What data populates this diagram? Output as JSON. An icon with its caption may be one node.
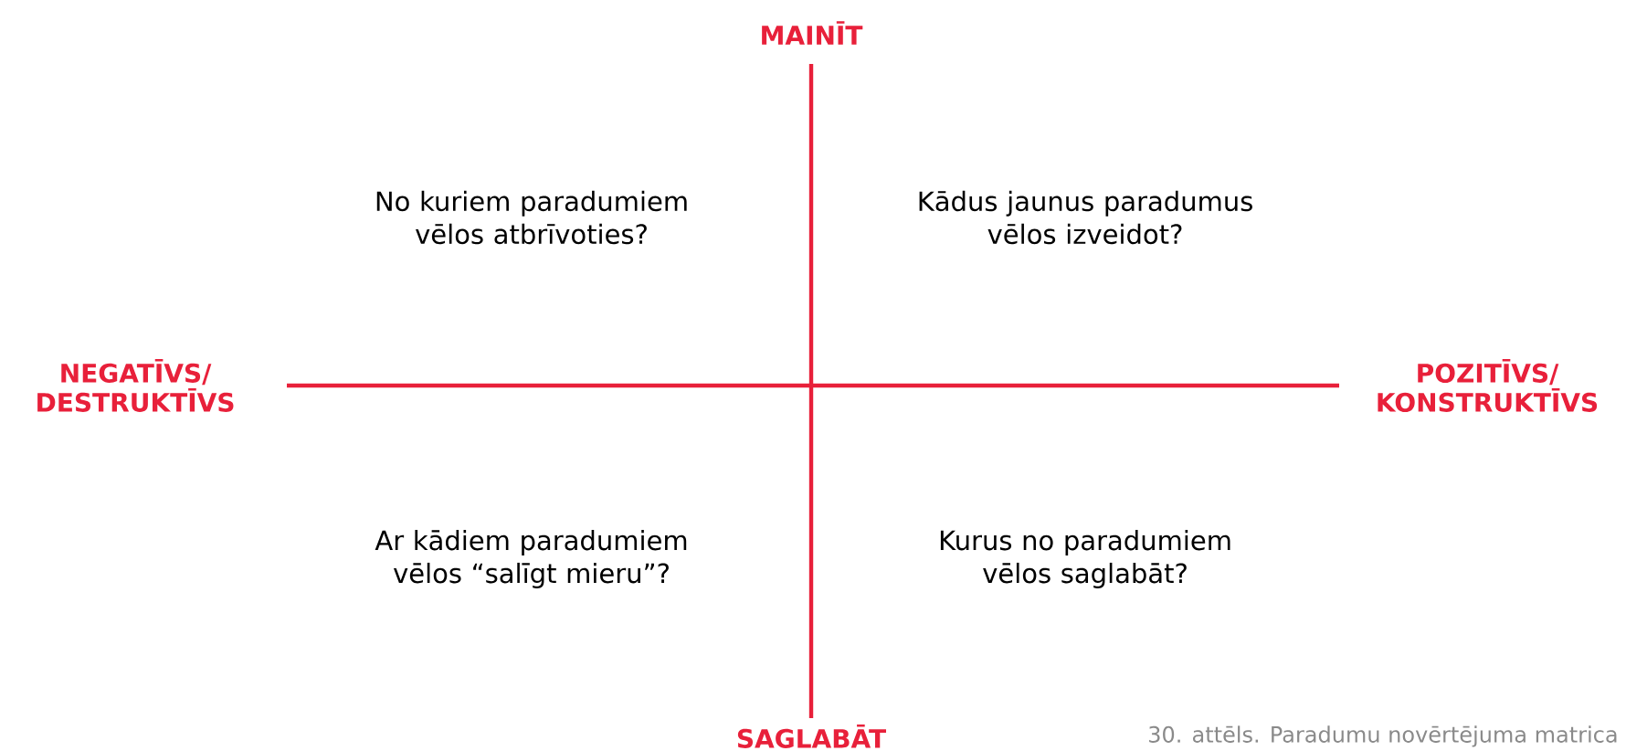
{
  "diagram": {
    "caption": "30. attēls. Paradumu novērtējuma matrica",
    "labels": [
      "MAINĪT",
      "No kuriem paradumiem vēlos atbrīvoties?",
      "Kādus jaunus paradumus vēlos izveidot?",
      "NEGATĪVS/ DESTRUKTĪVS",
      "POZITĪVS/ KONSTRUKTĪVS",
      "Ar kādiem paradumiem vēlos “salīgt mieru”?",
      "Kurus no paradumiem vēlos saglabāt?",
      "SAGLABĀT"
    ]
  }
}
